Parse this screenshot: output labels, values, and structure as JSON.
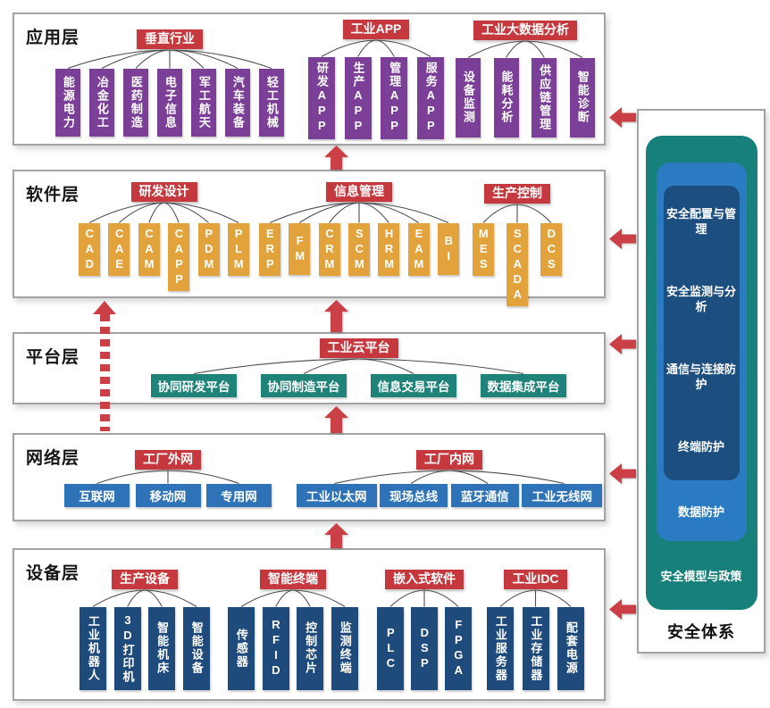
{
  "layers": [
    {
      "id": "application",
      "title": "应用层",
      "groups": [
        {
          "id": "vertical-industries",
          "label": "垂直行业",
          "items": [
            "能源电力",
            "冶金化工",
            "医药制造",
            "电子信息",
            "军工航天",
            "汽车装备",
            "轻工机械"
          ]
        },
        {
          "id": "industrial-app",
          "label": "工业APP",
          "items": [
            "研发APP",
            "生产APP",
            "管理APP",
            "服务APP"
          ]
        },
        {
          "id": "industrial-big-data",
          "label": "工业大数据分析",
          "items": [
            "设备监测",
            "能耗分析",
            "供应链管理",
            "智能诊断"
          ]
        }
      ]
    },
    {
      "id": "software",
      "title": "软件层",
      "groups": [
        {
          "id": "rd-design",
          "label": "研发设计",
          "items": [
            "CAD",
            "CAE",
            "CAM",
            "CAPP",
            "PDM",
            "PLM"
          ]
        },
        {
          "id": "info-management",
          "label": "信息管理",
          "items": [
            "ERP",
            "FM",
            "CRM",
            "SCM",
            "HRM",
            "EAM",
            "BI"
          ]
        },
        {
          "id": "production-control",
          "label": "生产控制",
          "items": [
            "MES",
            "SCADA",
            "DCS"
          ]
        }
      ]
    },
    {
      "id": "platform",
      "title": "平台层",
      "groups": [
        {
          "id": "industrial-cloud",
          "label": "工业云平台",
          "items": [
            "协同研发平台",
            "协同制造平台",
            "信息交易平台",
            "数据集成平台"
          ]
        }
      ]
    },
    {
      "id": "network",
      "title": "网络层",
      "groups": [
        {
          "id": "factory-extranet",
          "label": "工厂外网",
          "items": [
            "互联网",
            "移动网",
            "专用网"
          ]
        },
        {
          "id": "factory-intranet",
          "label": "工厂内网",
          "items": [
            "工业以太网",
            "现场总线",
            "蓝牙通信",
            "工业无线网"
          ]
        }
      ]
    },
    {
      "id": "device",
      "title": "设备层",
      "groups": [
        {
          "id": "production-equipment",
          "label": "生产设备",
          "items": [
            "工业机器人",
            "3D打印机",
            "智能机床",
            "智能设备"
          ]
        },
        {
          "id": "smart-terminal",
          "label": "智能终端",
          "items": [
            "传感器",
            "RFID",
            "控制芯片",
            "监测终端"
          ]
        },
        {
          "id": "embedded-software",
          "label": "嵌入式软件",
          "items": [
            "PLC",
            "DSP",
            "FPGA"
          ]
        },
        {
          "id": "industrial-idc",
          "label": "工业IDC",
          "items": [
            "工业服务器",
            "工业存储器",
            "配套电源"
          ]
        }
      ]
    }
  ],
  "security": {
    "title": "安全体系",
    "inner_items": [
      "安全配置与管理",
      "安全监测与分析",
      "通信与连接防护",
      "终端防护"
    ],
    "mid_item": "数据防护",
    "outer_item": "安全模型与政策"
  },
  "colors": {
    "label_red": "#C5393E",
    "arrow_red": "#CA4046",
    "application_purple": "#7B3F98",
    "software_orange": "#E3A33C",
    "platform_teal": "#1F837A",
    "network_blue": "#2E73B8",
    "device_navy": "#1F4B7C",
    "security_teal": "#17807A",
    "security_blue": "#2B7BC2",
    "security_navy": "#1C4E80"
  }
}
